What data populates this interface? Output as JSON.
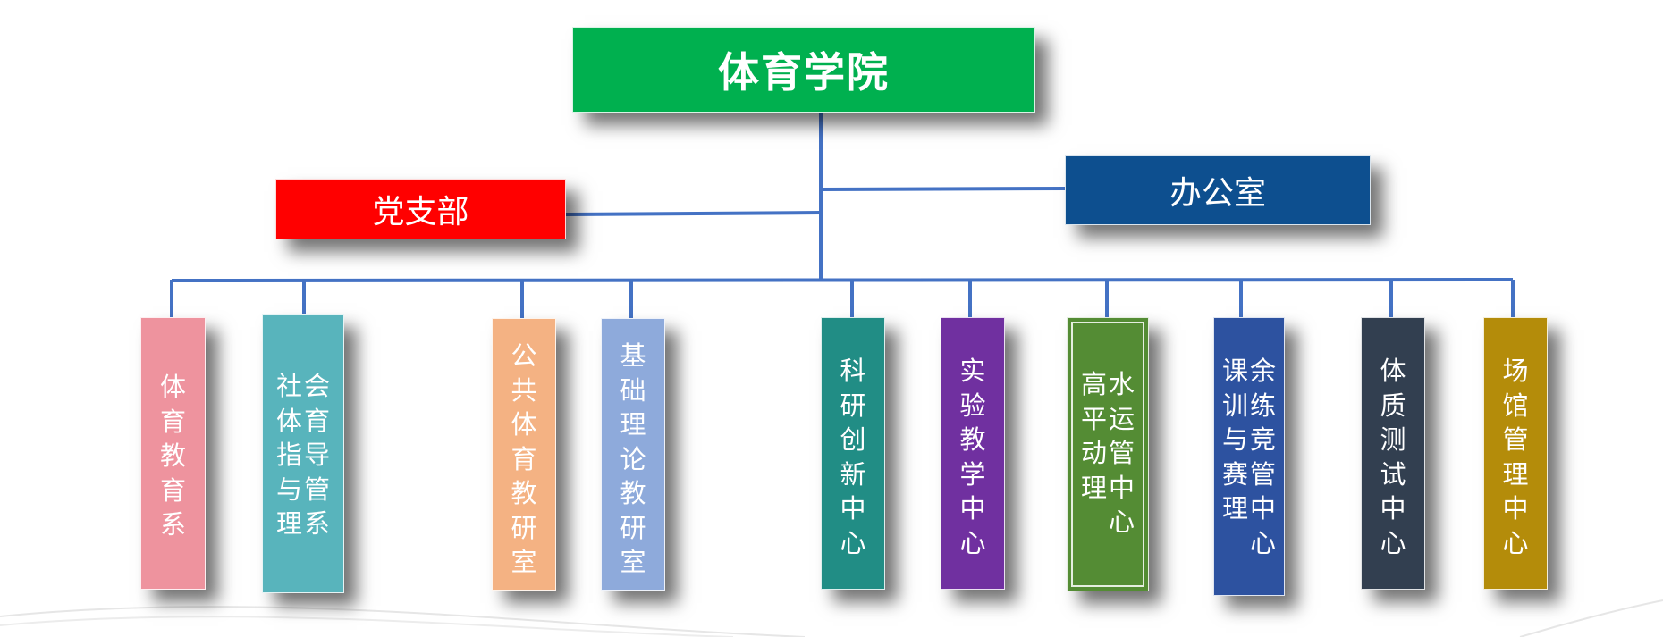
{
  "org_chart": {
    "root": {
      "label": "体育学院",
      "color": "#00b04f"
    },
    "side_units": [
      {
        "id": "party",
        "label": "党支部",
        "color": "#ff0000"
      },
      {
        "id": "office",
        "label": "办公室",
        "color": "#0d4f8f"
      }
    ],
    "departments": [
      {
        "id": "d1",
        "columns": [
          "体育教育系"
        ],
        "color": "#ee939e"
      },
      {
        "id": "d2",
        "columns": [
          "社体指与理",
          "会育导管系"
        ],
        "color": "#58b4bc"
      },
      {
        "id": "d3",
        "columns": [
          "公共体育教研室"
        ],
        "color": "#f4b283"
      },
      {
        "id": "d4",
        "columns": [
          "基础理论教研室"
        ],
        "color": "#8eaadb"
      },
      {
        "id": "d5",
        "columns": [
          "科研创新中心"
        ],
        "color": "#218d85"
      },
      {
        "id": "d6",
        "columns": [
          "实验教学中心"
        ],
        "color": "#7030a0"
      },
      {
        "id": "d7",
        "columns": [
          "高平动理",
          "水运管中心"
        ],
        "color": "#548c34"
      },
      {
        "id": "d8",
        "columns": [
          "课训与赛理",
          "余练竞管中心"
        ],
        "color": "#2d52a0"
      },
      {
        "id": "d9",
        "columns": [
          "体质测试中心"
        ],
        "color": "#323f50"
      },
      {
        "id": "d10",
        "columns": [
          "场馆管理中心"
        ],
        "color": "#b48c0a"
      }
    ],
    "connector_color": "#4472c4"
  }
}
